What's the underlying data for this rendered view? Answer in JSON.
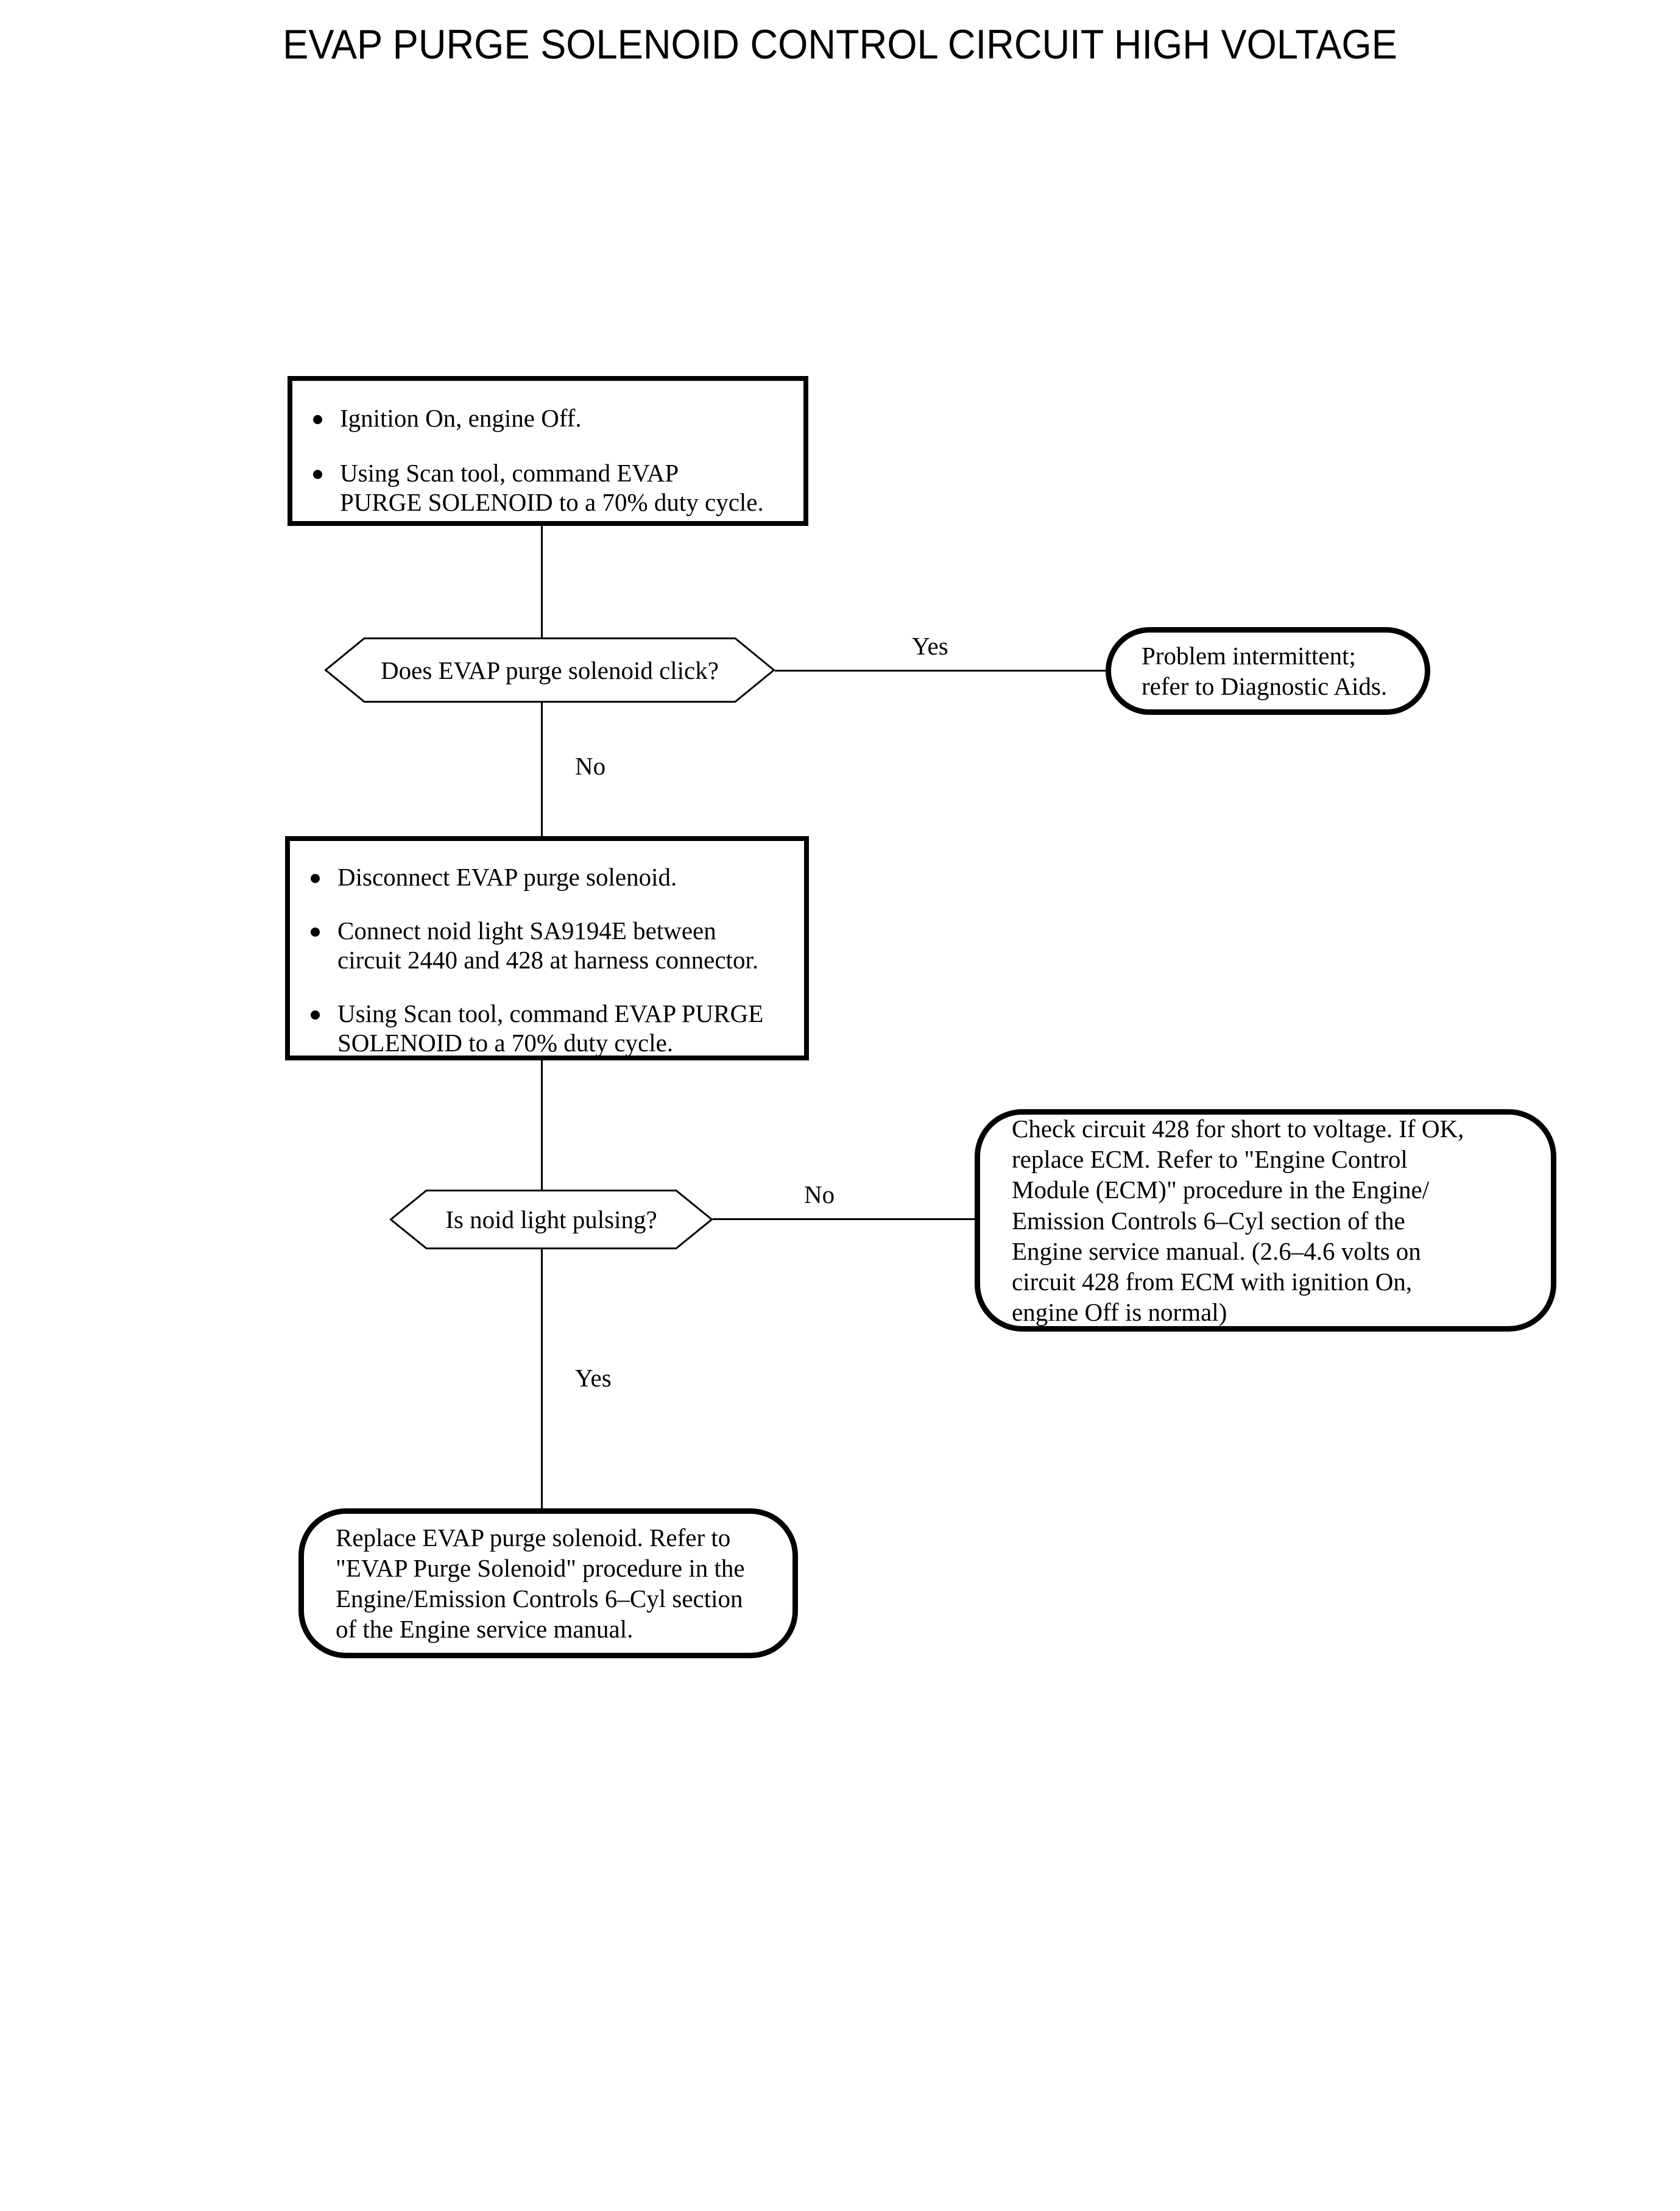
{
  "title": "EVAP PURGE SOLENOID CONTROL CIRCUIT HIGH VOLTAGE",
  "flow": {
    "step1": {
      "type": "process",
      "bullets": [
        "Ignition On, engine Off.",
        "Using Scan tool, command EVAP\nPURGE SOLENOID to a 70% duty cycle."
      ]
    },
    "decision1": {
      "type": "decision",
      "question": "Does EVAP purge solenoid click?",
      "yes_label": "Yes",
      "no_label": "No"
    },
    "outcome1": {
      "type": "terminator",
      "text": "Problem intermittent;\nrefer to Diagnostic Aids."
    },
    "step2": {
      "type": "process",
      "bullets": [
        "Disconnect EVAP purge solenoid.",
        "Connect noid light SA9194E between\ncircuit 2440 and 428 at harness connector.",
        "Using Scan tool, command EVAP PURGE\nSOLENOID to a 70% duty cycle."
      ]
    },
    "decision2": {
      "type": "decision",
      "question": "Is noid light pulsing?",
      "yes_label": "Yes",
      "no_label": "No"
    },
    "outcome2": {
      "type": "terminator",
      "text": "Check circuit 428 for short to voltage. If OK,\nreplace ECM. Refer to \"Engine Control\nModule (ECM)\" procedure in the Engine/\nEmission Controls 6–Cyl section of the\nEngine service manual. (2.6–4.6 volts on\ncircuit 428 from ECM with ignition On,\nengine Off is normal)"
    },
    "outcome3": {
      "type": "terminator",
      "text": "Replace EVAP purge solenoid. Refer to\n\"EVAP Purge Solenoid\" procedure in the\nEngine/Emission Controls 6–Cyl section\nof the Engine service manual."
    }
  },
  "colors": {
    "ink": "#000000",
    "paper": "#ffffff"
  }
}
